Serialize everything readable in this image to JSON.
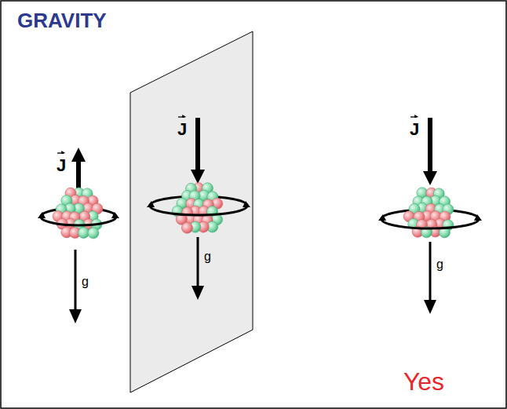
{
  "diagram": {
    "title": "GRAVITY",
    "labels": [
      "J",
      "g",
      "J",
      "g",
      "J",
      "g",
      "Yes"
    ]
  }
}
